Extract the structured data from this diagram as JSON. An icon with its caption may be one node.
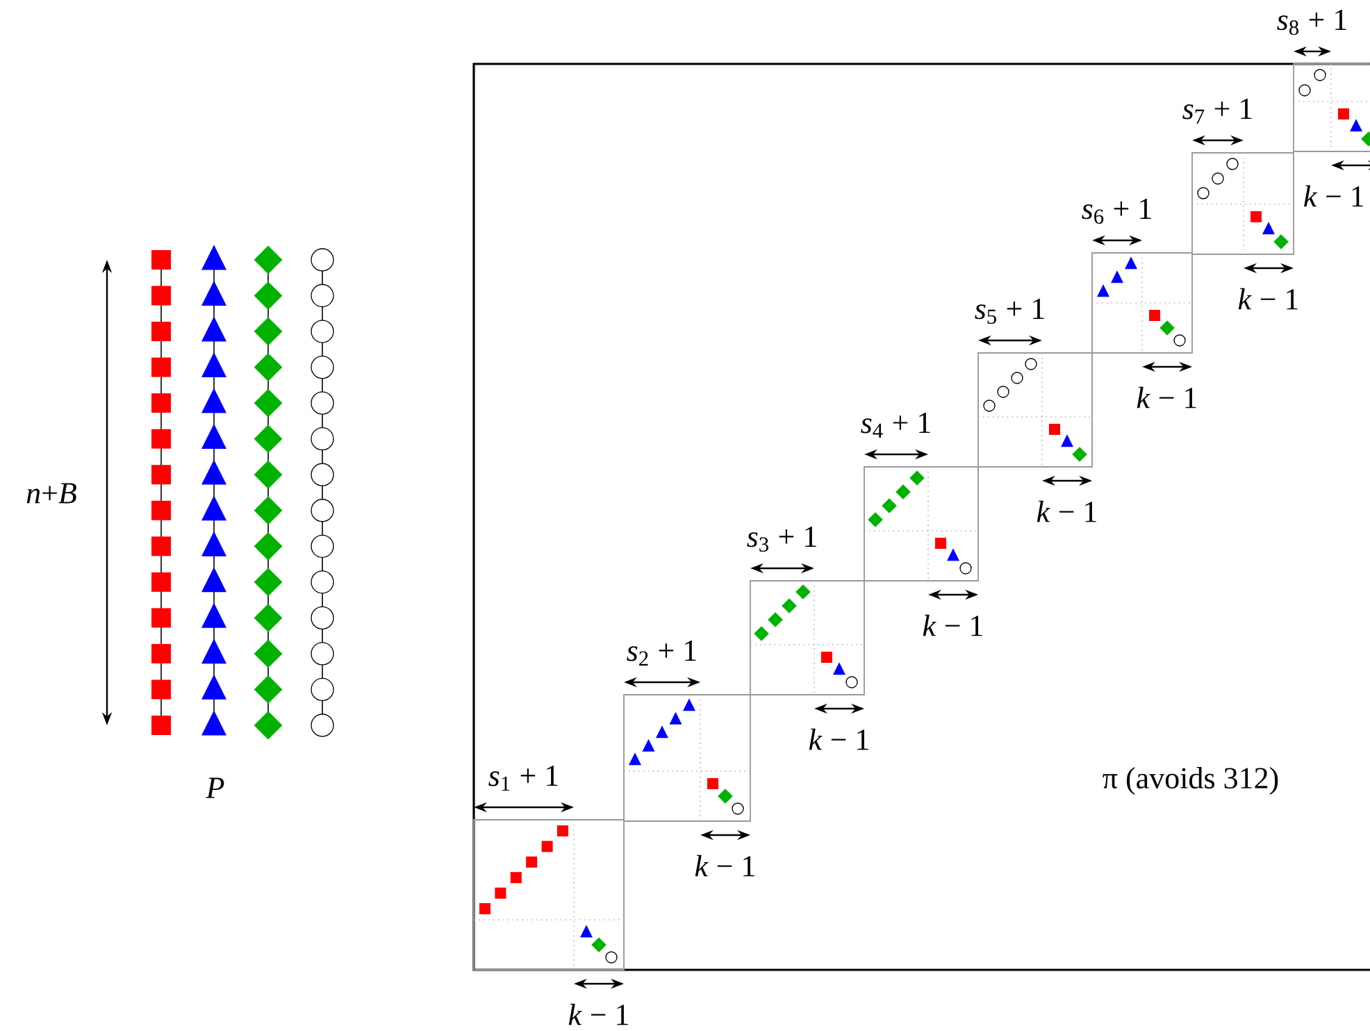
{
  "diagram": {
    "labels": [
      "*n*+*B*",
      "P",
      "*s*$_{1}$ + 1",
      "*k* − 1",
      "*s*$_{2}$ + 1",
      "*k* − 1",
      "*s*$_{3}$ + 1",
      "*k* − 1",
      "*s*$_{4}$ + 1",
      "*k* − 1",
      "*s*$_{5}$ + 1",
      "*k* − 1",
      "*s*$_{6}$ + 1",
      "*k* − 1",
      "*s*$_{7}$ + 1",
      "*k* − 1",
      "*s*$_{8}$ + 1",
      "*k* − 1",
      "π (avoids 312)"
    ]
  }
}
